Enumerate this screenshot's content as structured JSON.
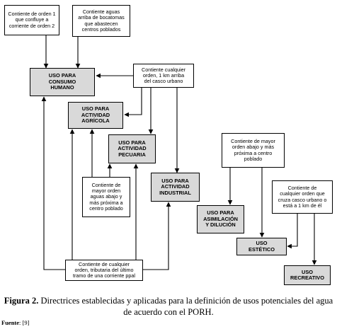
{
  "boxes": {
    "orden1": "Contiente de orden 1\nque confluye a\ncorriente de orden 2",
    "aguas_bocatomas": "Contiente aguas\narriba de bocatomas\nque abastecen\ncentros poblados",
    "consumo": "USO PARA\nCONSUMO\nHUMANO",
    "casco_urbano": "Contiente cualquier\norden, 1 km arriba\ndel casco urbano",
    "agricola": "USO PARA\nACTIVIDAD\nAGRÍCOLA",
    "pecuaria": "USO PARA\nACTIVIDAD\nPECUARIA",
    "industrial": "USO PARA\nACTIVIDAD\nINDUSTRIAL",
    "mayor_abajo": "Contiente de\nmayor orden\naguas abajo y\nmás próxima a\ncentro poblado",
    "mayor_orden_centro": "Contiente de mayor\norden abajo y más\npróxima a centro\npoblado",
    "cruza_casco": "Contiente de\ncualquier orden que\ncruza casco urbano o\nestá a 1 km de él",
    "asimilacion": "USO PARA\nASIMILACIÓN\nY DILUCIÓN",
    "estetico": "USO\nESTÉTICO",
    "recreativo": "USO\nRECREATIVO",
    "tributaria": "Contiente de cualquier\norden, tributaria del último\ntramo de una corriente ppal"
  },
  "caption": {
    "label": "Figura 2.",
    "text": " Directrices establecidas y aplicadas para la definición de usos potenciales del agua de acuerdo con el PORH."
  },
  "source": {
    "label": "Fuente",
    "text": ": [9]"
  }
}
